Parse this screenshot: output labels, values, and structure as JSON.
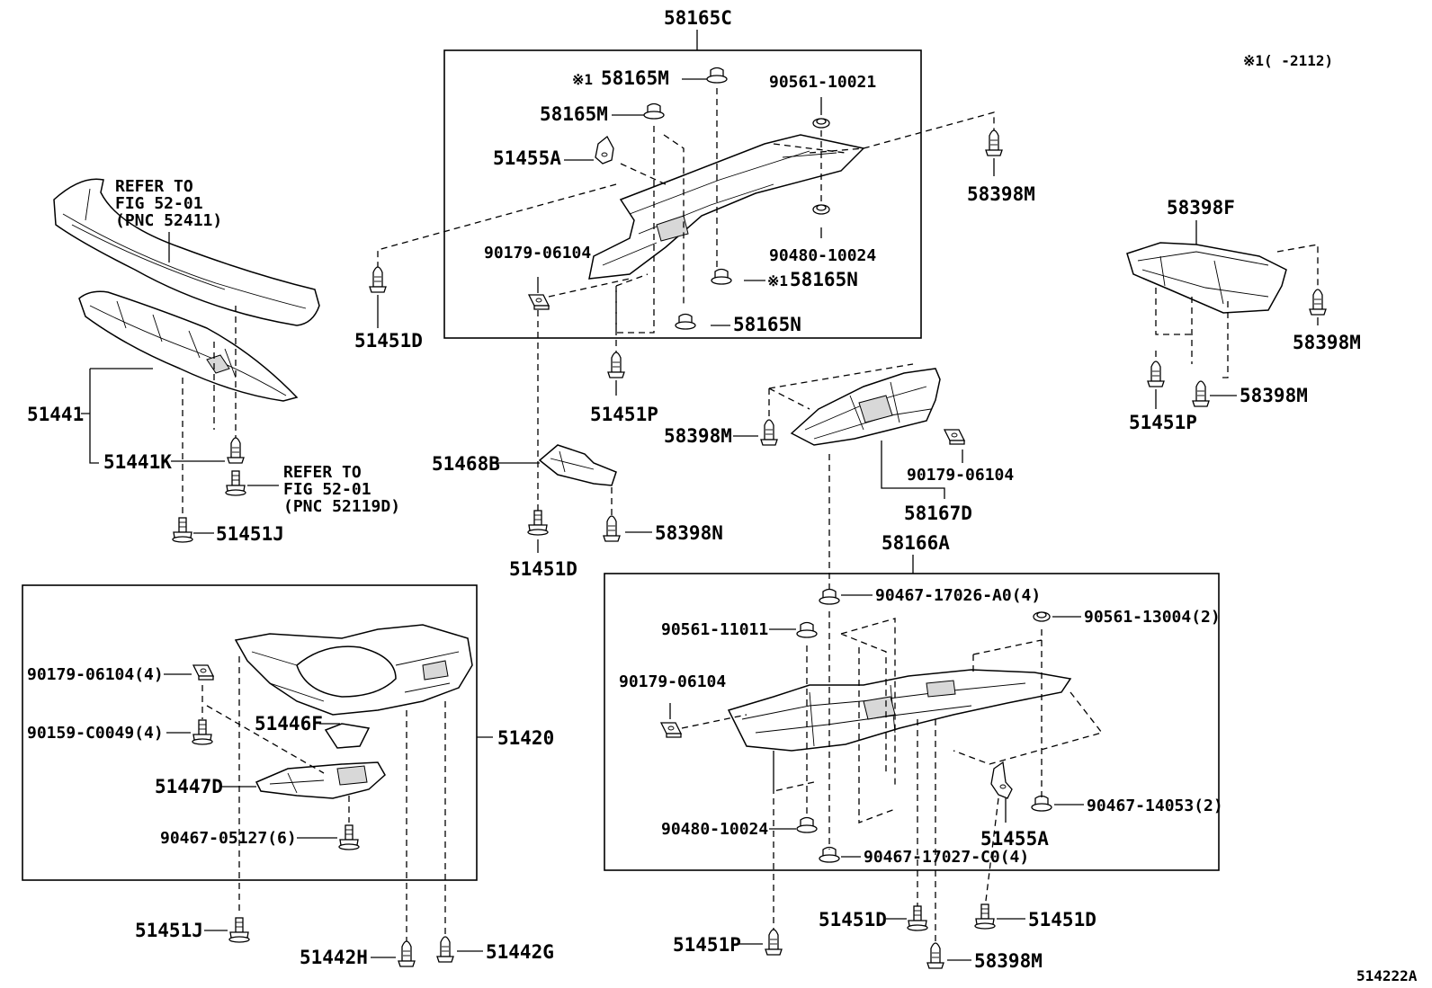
{
  "diagram_id": "514222A",
  "header_note": "※1(      -2112)",
  "labels": {
    "58165C": "58165C",
    "58165M_top": "58165M",
    "58165M_top_mark": "※1",
    "58165M_mid": "58165M",
    "90561_10021": "90561-10021",
    "51455A_top": "51455A",
    "58398M_topright": "58398M",
    "90179_06104_top": "90179-06104",
    "90480_10024_top": "90480-10024",
    "58165N_a": "58165N",
    "58165N_a_mark": "※1",
    "58165N_b": "58165N",
    "51451D_left": "51451D",
    "51451P_mid": "51451P",
    "58398F": "58398F",
    "58398M_right1": "58398M",
    "58398M_right2": "58398M",
    "51451P_right": "51451P",
    "refer1_l1": "REFER TO",
    "refer1_l2": "FIG 52-01",
    "refer1_l3": "(PNC 52411)",
    "51441": "51441",
    "51441K": "51441K",
    "refer2_l1": "REFER TO",
    "refer2_l2": "FIG 52-01",
    "refer2_l3": "(PNC 52119D)",
    "51451J_top": "51451J",
    "51468B": "51468B",
    "58398N": "58398N",
    "51451D_center": "51451D",
    "58398M_center": "58398M",
    "90179_06104_center": "90179-06104",
    "58167D": "58167D",
    "58166A": "58166A",
    "90467_17026": "90467-17026-A0(4)",
    "90561_11011": "90561-11011",
    "90561_13004": "90561-13004(2)",
    "90179_06104_br": "90179-06104",
    "90467_14053": "90467-14053(2)",
    "90480_10024_br": "90480-10024",
    "51455A_br": "51455A",
    "90467_17027": "90467-17027-C0(4)",
    "51451D_br1": "51451D",
    "51451D_br2": "51451D",
    "51451P_bottom": "51451P",
    "58398M_bottom": "58398M",
    "90179_06104_bl": "90179-06104(4)",
    "90159_C0049": "90159-C0049(4)",
    "51446F": "51446F",
    "51420": "51420",
    "51447D": "51447D",
    "90467_05127": "90467-05127(6)",
    "51451J_bottom": "51451J",
    "51442H": "51442H",
    "51442G": "51442G"
  }
}
